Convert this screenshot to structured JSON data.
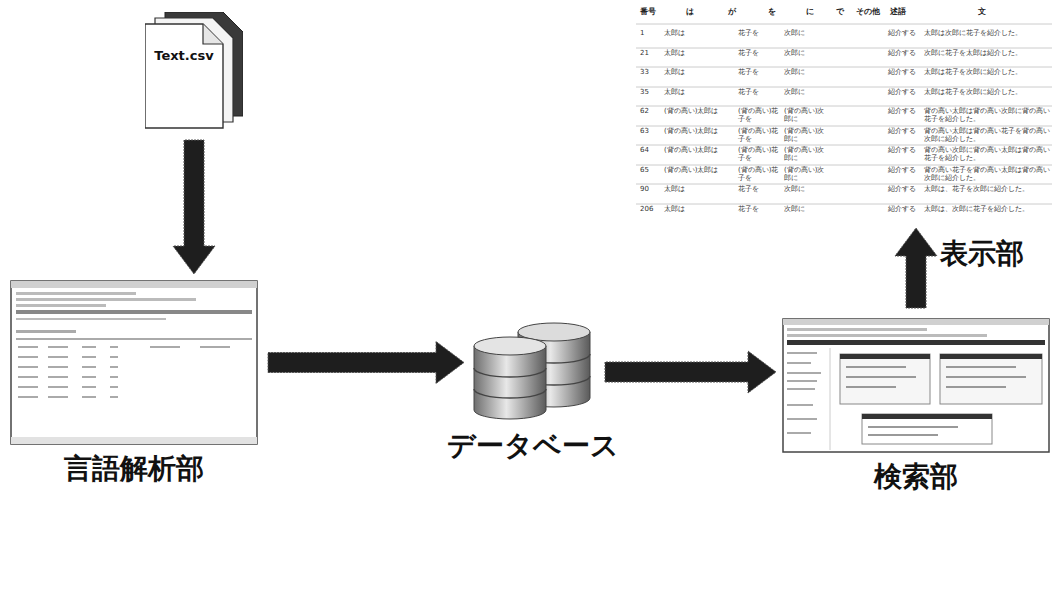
{
  "diagram": {
    "nodes": [
      {
        "text": [
          "Text.csv"
        ]
      },
      {
        "text": [
          "言語解析部"
        ]
      },
      {
        "text": [
          "データベース"
        ]
      },
      {
        "text": [
          "検索部"
        ]
      },
      {
        "text": [
          "表示部"
        ]
      }
    ],
    "edges": [
      {
        "from": 0,
        "to": 1,
        "arrow": "to"
      },
      {
        "from": 1,
        "to": 2,
        "arrow": "to"
      },
      {
        "from": 2,
        "to": 3,
        "arrow": "to"
      },
      {
        "from": 3,
        "to": 4,
        "arrow": "to"
      }
    ],
    "labels": [
      "番号",
      "は",
      "が",
      "を",
      "に",
      "で",
      "その他",
      "述語",
      "文",
      "1",
      "太郎は",
      "花子を",
      "次郎に",
      "紹介する",
      "太郎は次郎に花子を紹介した。",
      "21",
      "太郎は",
      "花子を",
      "次郎に",
      "紹介する",
      "次郎に花子を太郎は紹介した。",
      "33",
      "太郎は",
      "花子を",
      "次郎に",
      "紹介する",
      "太郎は花子を次郎に紹介した。",
      "35",
      "太郎は",
      "花子を",
      "次郎に",
      "紹介する",
      "太郎は花子を次郎に紹介した。",
      "62",
      "(背の高い)太郎は",
      "(背の高い)花子を",
      "(背の高い)次郎に",
      "紹介する",
      "背の高い太郎は背の高い次郎に背の高い花子を紹介した。",
      "63",
      "(背の高い)太郎は",
      "(背の高い)花子を",
      "(背の高い)次郎に",
      "紹介する",
      "背の高い太郎は背の高い花子を背の高い次郎に紹介した。",
      "64",
      "(背の高い)太郎は",
      "(背の高い)花子を",
      "(背の高い)次郎に",
      "紹介する",
      "背の高い次郎に背の高い太郎は背の高い花子を紹介した。",
      "65",
      "(背の高い)太郎は",
      "(背の高い)花子を",
      "(背の高い)次郎に",
      "紹介する",
      "背の高い花子を背の高い太郎は背の高い次郎に紹介した。",
      "90",
      "太郎は",
      "花子を",
      "次郎に",
      "紹介する",
      "太郎は、花子を次郎に紹介した。",
      "206",
      "太郎は",
      "花子を",
      "次郎に",
      "紹介する",
      "太郎は、次郎に花子を紹介した。"
    ]
  }
}
